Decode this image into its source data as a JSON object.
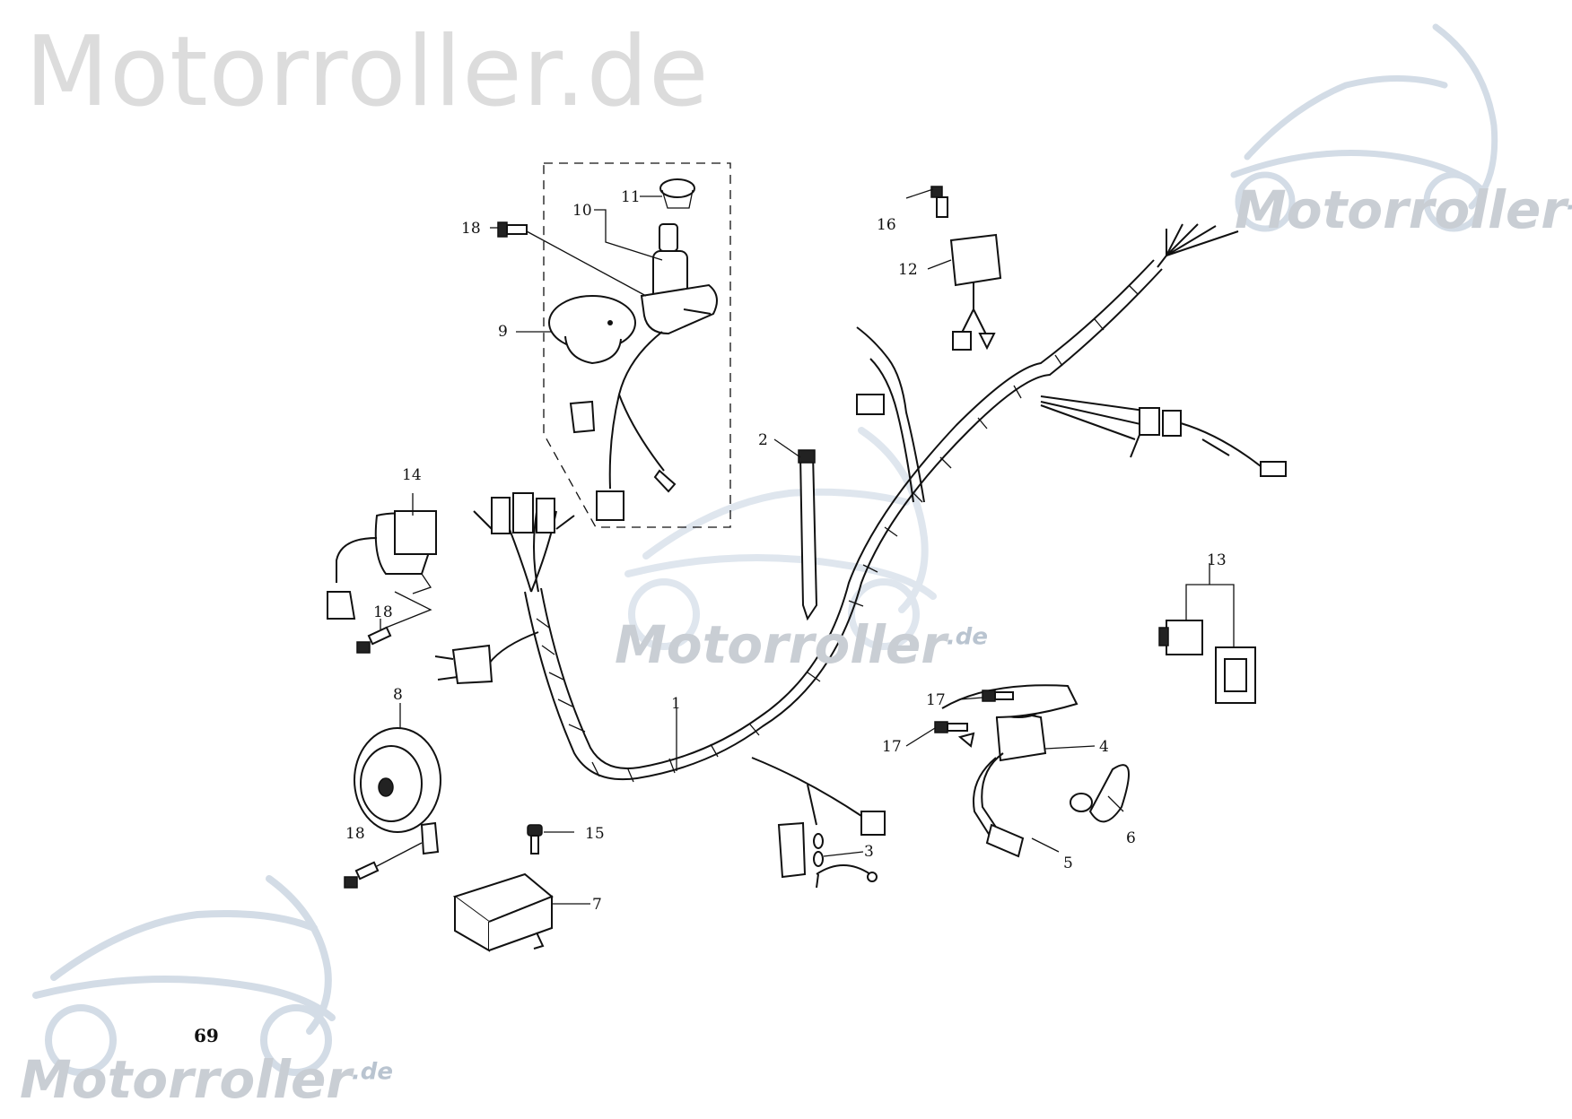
{
  "watermarks": {
    "large": "Motorroller.de",
    "small": "Motorroller",
    "small_suffix": ".de"
  },
  "page_number": "69",
  "callouts": [
    "1",
    "2",
    "3",
    "4",
    "5",
    "6",
    "7",
    "8",
    "9",
    "10",
    "11",
    "12",
    "13",
    "14",
    "15",
    "16",
    "17",
    "17",
    "18",
    "18",
    "18"
  ],
  "colors": {
    "line": "#111111",
    "watermark_gray": "#dcdcdc",
    "watermark_blue": "#c9d3de"
  },
  "icons": [
    "scooter-watermark-icon"
  ]
}
